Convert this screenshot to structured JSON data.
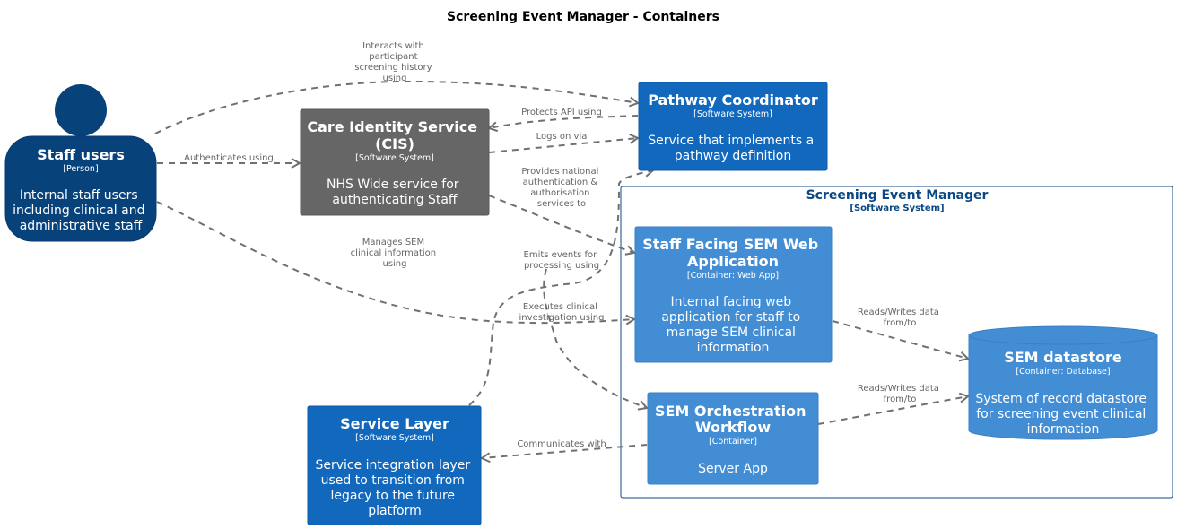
{
  "title": "Screening Event Manager - Containers",
  "colors": {
    "person": "#08427b",
    "external_system": "#1168bd",
    "cis": "#666666",
    "container": "#438dd5",
    "boundary_stroke": "#0b4884",
    "edge": "#707070"
  },
  "boundary": {
    "name": "Screening Event Manager",
    "type": "[Software System]"
  },
  "nodes": {
    "staff_users": {
      "name": "Staff users",
      "type": "[Person]",
      "desc": [
        "Internal staff users",
        "including clinical and",
        "administrative staff"
      ]
    },
    "cis": {
      "name": [
        "Care Identity Service",
        "(CIS)"
      ],
      "type": "[Software System]",
      "desc": [
        "NHS Wide service for",
        "authenticating Staff"
      ]
    },
    "pathway": {
      "name": "Pathway Coordinator",
      "type": "[Software System]",
      "desc": [
        "Service that implements a",
        "pathway definition"
      ]
    },
    "webapp": {
      "name": [
        "Staff Facing SEM Web",
        "Application"
      ],
      "type": "[Container: Web App]",
      "desc": [
        "Internal facing web",
        "application for staff to",
        "manage SEM clinical",
        "information"
      ]
    },
    "datastore": {
      "name": "SEM datastore",
      "type": "[Container: Database]",
      "desc": [
        "System of record datastore",
        "for screening event clinical",
        "information"
      ]
    },
    "orchestration": {
      "name": [
        "SEM Orchestration",
        "Workflow"
      ],
      "type": "[Container]",
      "desc": [
        "Server App"
      ]
    },
    "service_layer": {
      "name": "Service Layer",
      "type": "[Software System]",
      "desc": [
        "Service integration layer",
        "used to transition from",
        "legacy to the future",
        "platform"
      ]
    }
  },
  "edges": {
    "interacts": [
      "Interacts with",
      "participant",
      "screening history",
      "using"
    ],
    "authenticates": [
      "Authenticates using"
    ],
    "manages": [
      "Manages SEM",
      "clinical information",
      "using"
    ],
    "protects": [
      "Protects API using"
    ],
    "logs_on": [
      "Logs on via"
    ],
    "provides": [
      "Provides national",
      "authentication &",
      "authorisation",
      "services to"
    ],
    "emits": [
      "Emits events for",
      "processing using"
    ],
    "executes": [
      "Executes clinical",
      "investigation using"
    ],
    "reads_writes_1": [
      "Reads/Writes data",
      "from/to"
    ],
    "reads_writes_2": [
      "Reads/Writes data",
      "from/to"
    ],
    "communicates": [
      "Communicates with"
    ]
  }
}
